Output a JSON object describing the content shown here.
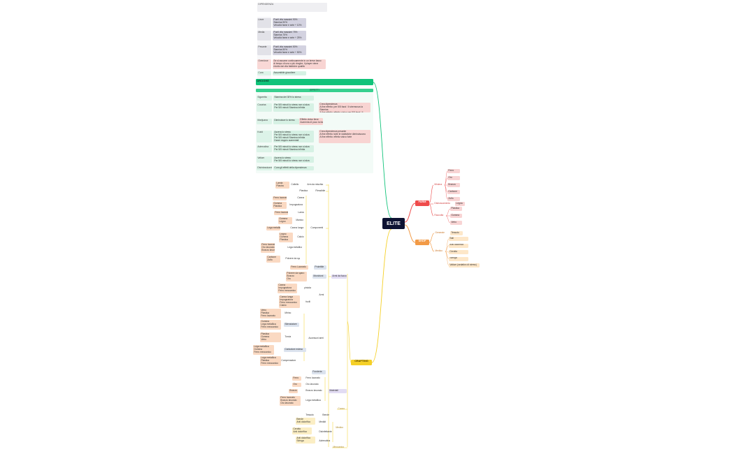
{
  "root": {
    "label": "ELITE"
  },
  "branches": {
    "farm": {
      "label": "FARM",
      "color": "#ef4b4b"
    },
    "shop": {
      "label": "SHOP",
      "color": "#f29a46"
    },
    "crafting": {
      "label": "CRAFTING",
      "color": "#f5d027"
    },
    "drugs_link": {
      "color": "#10c37a"
    }
  },
  "dipendenza": {
    "header": "DIPENDENZA",
    "rows": [
      {
        "side": "Lieve",
        "lines": [
          "Punti vita massimi 90%",
          "Stamina 90%",
          "Velocità fame e sete + 10%"
        ]
      },
      {
        "side": "Media",
        "lines": [
          "Punti vita massimi 75%",
          "Stamina 75%",
          "Velocità fame e sete + 25%"
        ]
      },
      {
        "side": "Pesante",
        "lines": [
          "Punti vita massimi 50%",
          "Stamina 50%",
          "Velocità fame e sete + 50%"
        ]
      },
      {
        "side": "Overdose",
        "lines": [
          "Se si assume continuamente in un breve lasso",
          "di tempo di una o più droghe, il player viene",
          "ridotto dai vita fatidiche qualità"
        ]
      },
      {
        "side": "Cura",
        "lines": [
          "Assumibile giocoliere"
        ]
      }
    ]
  },
  "droghe": {
    "header": "DROGHE",
    "sub": "EFFETTI",
    "rows": [
      {
        "side": "Sigaretta",
        "lines": [
          "Stamina del 30% lo stress"
        ]
      },
      {
        "side": "Cocaina",
        "lines": [
          "Per 5/5 minuti lo stress non si alza",
          "Per 5/5 minuti Stamina infinita"
        ],
        "note": [
          "Crea dipendenza",
          "A fine effetto: per 5/5 farai / li stremezza la",
          "Stamina",
          "A fine effetto: effetto: visivo per 5/5 farai / li"
        ]
      },
      {
        "side": "Marijuana",
        "lines": [
          "Diminuisce lo stress"
        ],
        "note": [
          "Effetto visivo lieve",
          "Aumenta di poco la fame"
        ]
      },
      {
        "side": "Kodd",
        "lines": [
          "Azzera lo stress",
          "Per 5/5 minuti lo stress non si alza",
          "Per 5/5 minuti Stamina infinita",
          "Danni doppio aumentati"
        ],
        "note": [
          "Crea dipendenza pesante",
          "A fine effetto: tutte le statistiche diminuiscono",
          "A fine effetto: effetto visivo forte"
        ]
      },
      {
        "side": "Adrenalina",
        "lines": [
          "Per 5/5 minuti lo stress non si alza",
          "Per 5/5 minuti Stamina infinita"
        ]
      },
      {
        "side": "Valium",
        "lines": [
          "Azzera lo stress",
          "Per 5/5 minuti lo stress non si alza"
        ]
      },
      {
        "side": "Disintossicante",
        "lines": [
          "Cura gli effetti della dipendenza"
        ]
      }
    ]
  },
  "farm": {
    "miniera": "Miniera",
    "ores": [
      "Ferro",
      "Oro",
      "Bronzo",
      "Carbone",
      "Zolfo"
    ],
    "disboscamento": "Disboscamento",
    "wood": "Legna",
    "raccolta": "Raccolta",
    "raccolta_items": [
      "Plastica",
      "Gomma",
      "Vetro"
    ]
  },
  "shop": {
    "generale": "Generale",
    "generale_items": [
      "Tessuto"
    ],
    "medico": "Medico",
    "medico_items": [
      "Sali",
      "Anti dolorifico",
      "Cerotto",
      "Siringa",
      "Valium (sedativo di stress)"
    ]
  },
  "crafting": {
    "top": [
      {
        "left": [
          "Lamia",
          "Piastra"
        ],
        "mid": "Coltello",
        "right": "Arm da mischia"
      },
      {
        "mid": "Plastica",
        "right": "Flessibile"
      },
      {
        "left": [
          "Ferro lavorato"
        ],
        "mid": "Canna",
        "right": ""
      },
      {
        "left": [
          "Gomma",
          "Plastica"
        ],
        "mid": "Impugnatura",
        "right": ""
      },
      {
        "left": [
          "Ferro lavorato"
        ],
        "mid": "Lama",
        "right": ""
      },
      {
        "left": [
          "Gomma",
          "Legno"
        ],
        "mid": "Manico",
        "right": ""
      },
      {
        "left": [
          "Lega metallica"
        ],
        "mid": "Canna lunga",
        "right": "Componenti"
      },
      {
        "left": [
          "Legno",
          "Gomma",
          "Plastica"
        ],
        "mid": "Calcio",
        "right": ""
      },
      {
        "left": [
          "Ferro lavorato",
          "Oro lavorato",
          "Bronzo lavorato"
        ],
        "mid": "Lega metallica",
        "right": ""
      },
      {
        "left": [
          "Carbone",
          "Zolfo"
        ],
        "mid": "Polvere da sparo",
        "right": ""
      }
    ],
    "armi_label": "Armi da fuoco",
    "munizioni_label": "Munizioni",
    "ferro_lav": "Ferro Lavorato",
    "proiettile": "Proiettile",
    "mun_left": [
      "Polvere da sparo",
      "Bronzo",
      "Oro"
    ],
    "pistola": "pistola",
    "fucili": "fucili",
    "armi": "Armi",
    "pistola_parts": [
      "Canna",
      "Impugnatura",
      "Ferro meccanico"
    ],
    "fucili_parts": [
      "Canna lunga",
      "Impugnatura",
      "Ferro meccanico",
      "Calcio"
    ],
    "accessori_label": "Accessori armi",
    "accessori": [
      {
        "left": [
          "Vetro",
          "Plastica",
          "Ferro lavorato"
        ],
        "mid": "Mirino"
      },
      {
        "left": [
          "Gomma",
          "Lega metallica",
          "Ferro meccanico"
        ],
        "mid": "Silenziatore"
      },
      {
        "left": [
          "Plastica",
          "Gomma",
          "Vetro"
        ],
        "mid": "Torcia"
      },
      {
        "left": [
          "Lega metallica",
          "Gomma",
          "Ferro meccanico"
        ],
        "mid": "Caricatore esteso"
      },
      {
        "left": [
          "Lega metallica",
          "Plastica",
          "Ferro meccanico"
        ],
        "mid": "Compensatore"
      }
    ],
    "materiali_label": "Materiali",
    "fonderia": "Fonderia",
    "materiali": [
      {
        "left": "Ferro",
        "mid": "Ferro lavorato"
      },
      {
        "left": "Oro",
        "mid": "Oro lavorato"
      },
      {
        "left": "Bronzo",
        "mid": "Bronzo lavorato"
      },
      {
        "left": [
          "Ferro lavorato",
          "Bronzo lavorato",
          "Oro lavorato"
        ],
        "mid": "Lega metallica"
      }
    ],
    "cuoco": "Cuoco",
    "tessuto": "Tessuto",
    "bende": "Bende",
    "medico": "Medico",
    "med_rows": [
      {
        "left": [
          "Bende",
          "Anti dolorifico"
        ],
        "mid": "Medkit"
      },
      {
        "left": [
          "Cerotto",
          "Anti dolorifico"
        ],
        "mid": "Disinfettante"
      },
      {
        "left": [
          "Anti dolorifico",
          "Siringa"
        ],
        "mid": "Adrenalina"
      }
    ],
    "meccanico": "Meccanico"
  }
}
